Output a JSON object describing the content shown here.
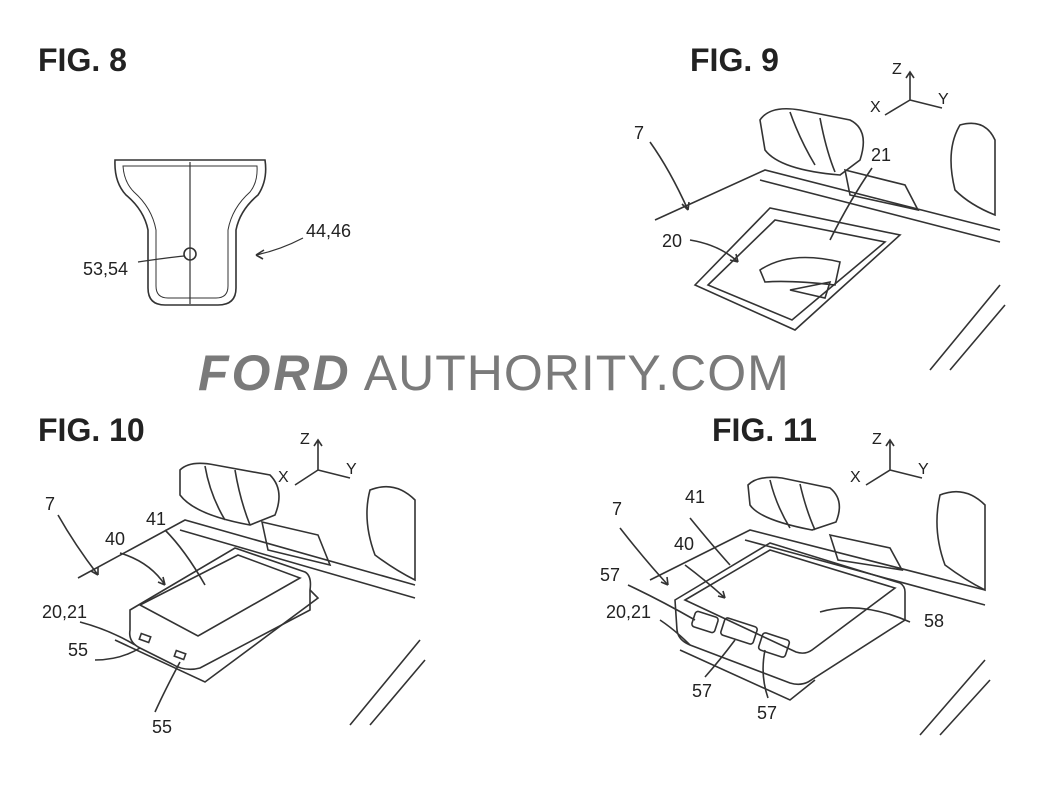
{
  "figures": {
    "fig8": {
      "title": "FIG. 8",
      "labels": [
        "53,54",
        "44,46"
      ]
    },
    "fig9": {
      "title": "FIG. 9",
      "labels": [
        "7",
        "20",
        "21"
      ],
      "axes": [
        "Z",
        "X",
        "Y"
      ]
    },
    "fig10": {
      "title": "FIG. 10",
      "labels": [
        "7",
        "40",
        "41",
        "20,21",
        "55",
        "55"
      ],
      "axes": [
        "Z",
        "X",
        "Y"
      ]
    },
    "fig11": {
      "title": "FIG. 11",
      "labels": [
        "7",
        "41",
        "40",
        "57",
        "20,21",
        "58",
        "57",
        "57"
      ],
      "axes": [
        "Z",
        "X",
        "Y"
      ]
    }
  },
  "watermark": {
    "brand": "FORD",
    "rest": "AUTHORITY.COM"
  }
}
